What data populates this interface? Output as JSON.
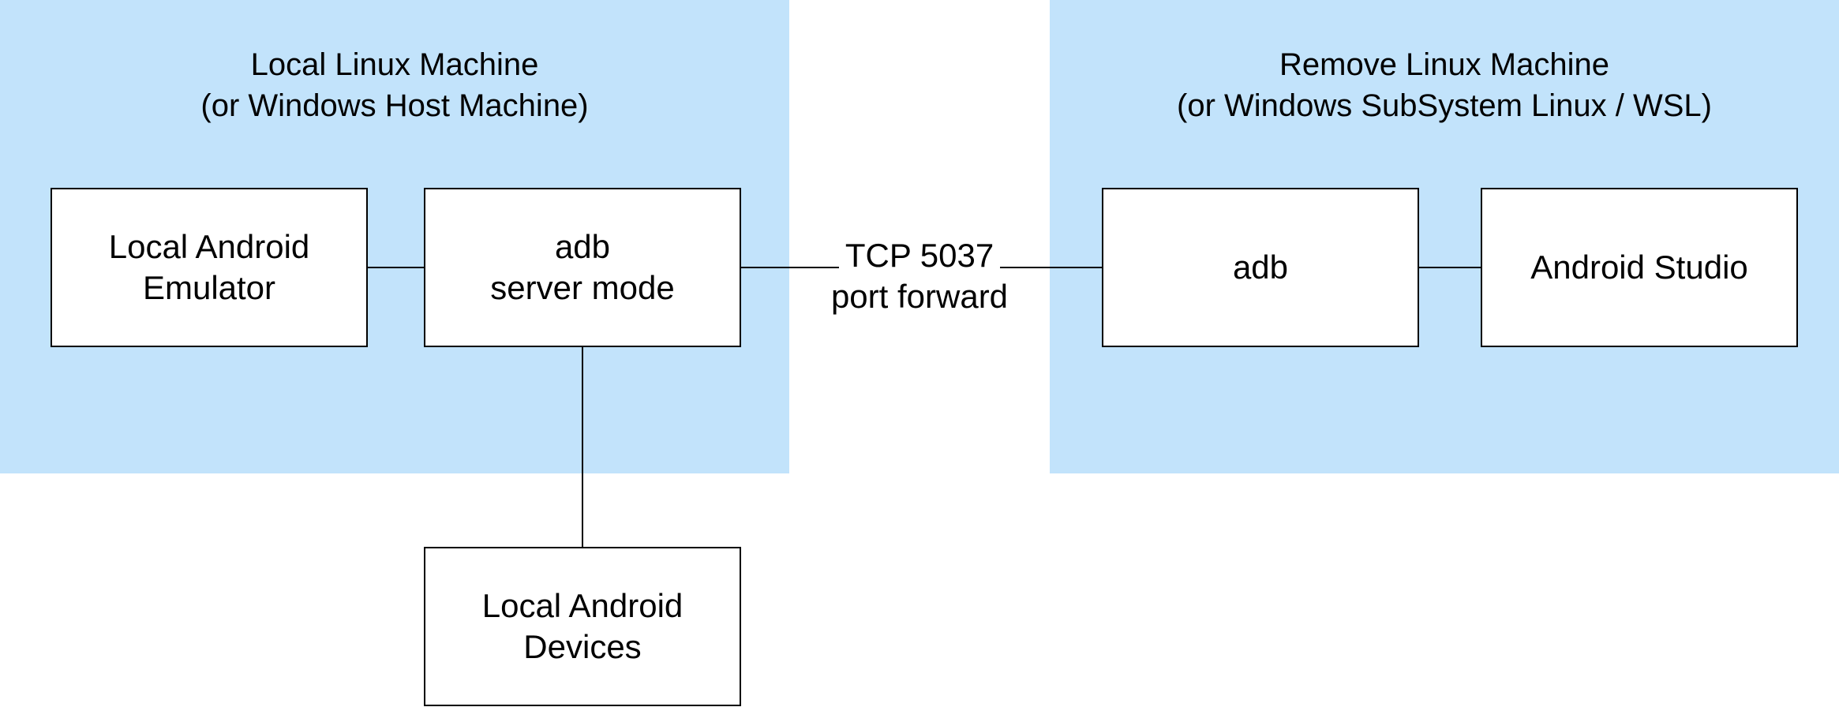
{
  "regions": {
    "local": {
      "title": "Local Linux Machine",
      "subtitle": "(or Windows Host Machine)"
    },
    "remote": {
      "title": "Remove Linux Machine",
      "subtitle": "(or Windows SubSystem Linux / WSL)"
    }
  },
  "nodes": {
    "emulator": {
      "line1": "Local Android",
      "line2": "Emulator"
    },
    "adb_server": {
      "line1": "adb",
      "line2": "server mode"
    },
    "devices": {
      "line1": "Local Android",
      "line2": "Devices"
    },
    "adb_remote": {
      "line1": "adb"
    },
    "studio": {
      "line1": "Android Studio"
    }
  },
  "edges": {
    "forward": {
      "line1": "TCP 5037",
      "line2": "port forward"
    }
  },
  "colors": {
    "region_fill": "#c2e3fb",
    "node_fill": "#ffffff",
    "stroke": "#000000"
  }
}
